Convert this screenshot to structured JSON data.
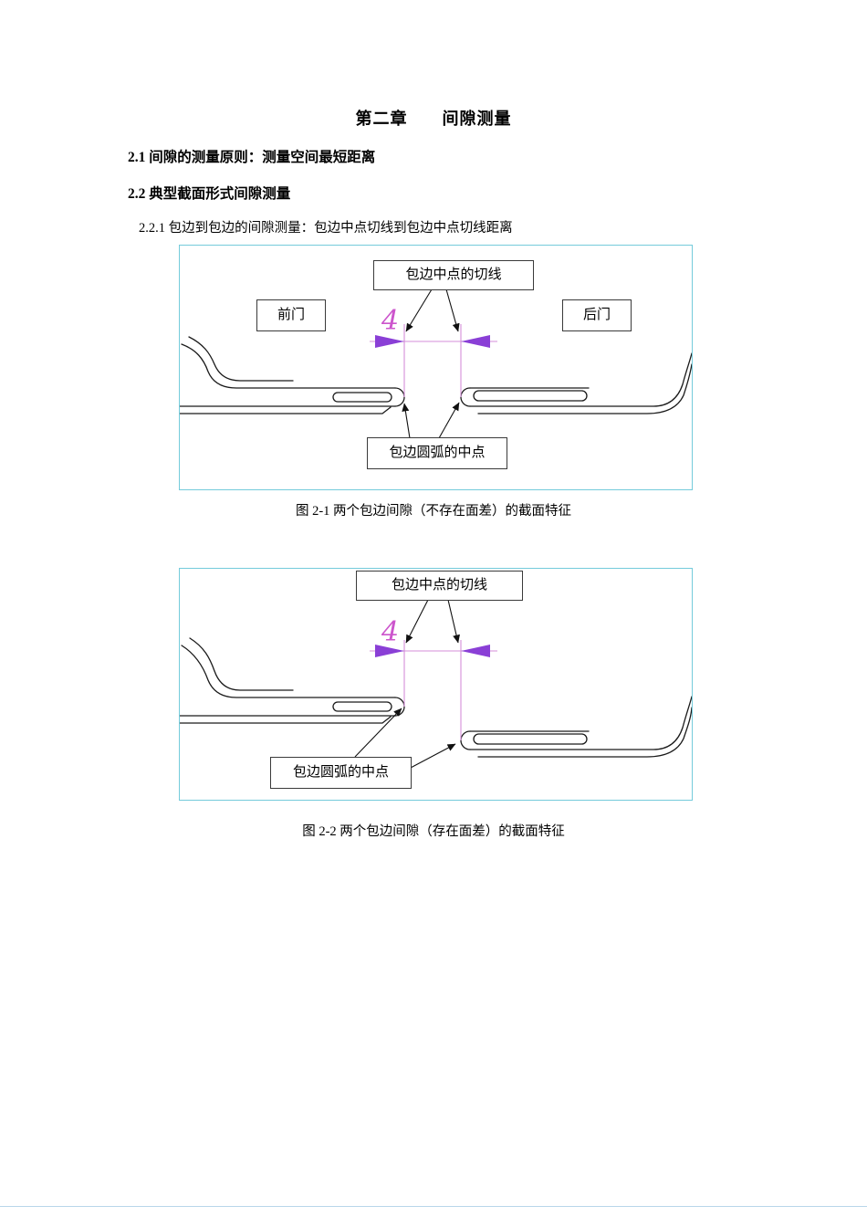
{
  "document": {
    "title": "第二章　　间隙测量",
    "heading_2_1": "2.1 间隙的测量原则：测量空间最短距离",
    "heading_2_2": "2.2 典型截面形式间隙测量",
    "para_2_2_1": "2.2.1 包边到包边的间隙测量：包边中点切线到包边中点切线距离"
  },
  "figure1": {
    "tangent_label": "包边中点的切线",
    "front_door_label": "前门",
    "rear_door_label": "后门",
    "arc_midpoint_label": "包边圆弧的中点",
    "dim_value": "4",
    "caption": "图 2-1 两个包边间隙（不存在面差）的截面特征"
  },
  "figure2": {
    "tangent_label": "包边中点的切线",
    "arc_midpoint_label": "包边圆弧的中点",
    "dim_value": "4",
    "caption": "图 2-2 两个包边间隙（存在面差）的截面特征"
  },
  "colors": {
    "figure_border": "#74cbdb",
    "dim_line": "#d58ed8",
    "dim_arrow": "#8a3fd6",
    "dim_text": "#cc55cc",
    "drawing_line": "#1a1a1a"
  }
}
